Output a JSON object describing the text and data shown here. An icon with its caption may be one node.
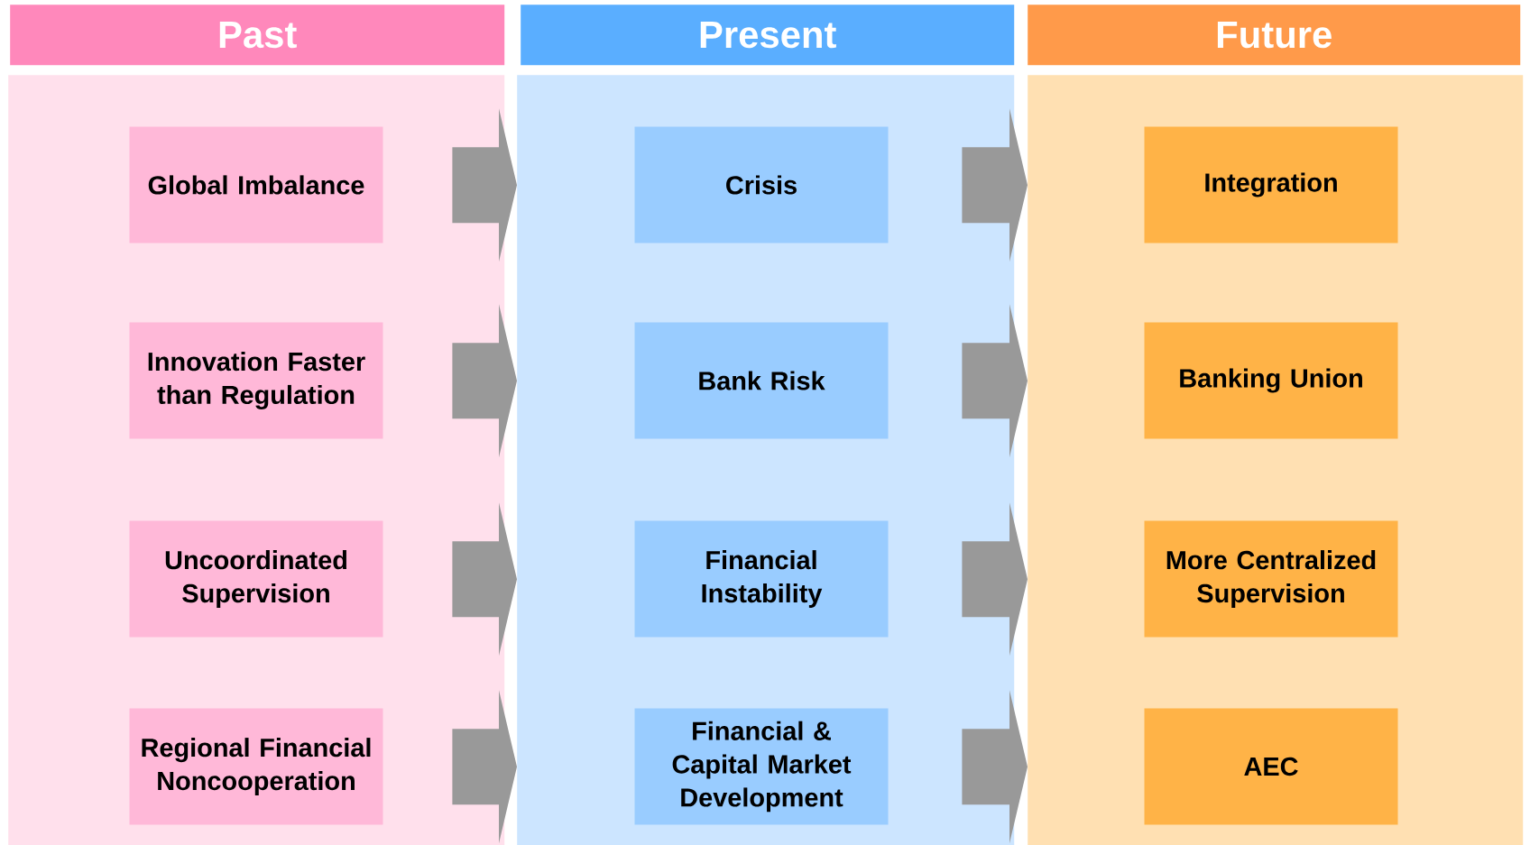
{
  "diagram": {
    "nodes": [
      {
        "text": [
          "Past"
        ]
      },
      {
        "text": [
          "Global Imbalance"
        ],
        "in": 0
      },
      {
        "text": [
          "Innovation Faster than Regulation"
        ],
        "in": 0
      },
      {
        "text": [
          "Uncoordinated Supervision"
        ],
        "in": 0
      },
      {
        "text": [
          "Regional Financial Noncooperation"
        ],
        "in": 0
      },
      {
        "text": [
          "Present"
        ]
      },
      {
        "text": [
          "Crisis"
        ],
        "in": 5
      },
      {
        "text": [
          "Bank Risk"
        ],
        "in": 5
      },
      {
        "text": [
          "Financial Instability"
        ],
        "in": 5
      },
      {
        "text": [
          "Financial & Capital Market Development"
        ],
        "in": 5
      },
      {
        "text": [
          "Future"
        ]
      },
      {
        "text": [
          "Integration"
        ],
        "in": 10
      },
      {
        "text": [
          "Banking Union"
        ],
        "in": 10
      },
      {
        "text": [
          "More Centralized Supervision"
        ],
        "in": 10
      },
      {
        "text": [
          "AEC"
        ],
        "in": 10
      }
    ],
    "edges": [
      {
        "from": 0,
        "to": 5,
        "arrow": "to"
      },
      {
        "from": 0,
        "to": 5,
        "arrow": "to"
      },
      {
        "from": 0,
        "to": 5,
        "arrow": "to"
      },
      {
        "from": 0,
        "to": 5,
        "arrow": "to"
      },
      {
        "from": 5,
        "to": 10,
        "arrow": "to"
      },
      {
        "from": 5,
        "to": 10,
        "arrow": "to"
      },
      {
        "from": 5,
        "to": 10,
        "arrow": "to"
      },
      {
        "from": 5,
        "to": 10,
        "arrow": "to"
      }
    ]
  }
}
